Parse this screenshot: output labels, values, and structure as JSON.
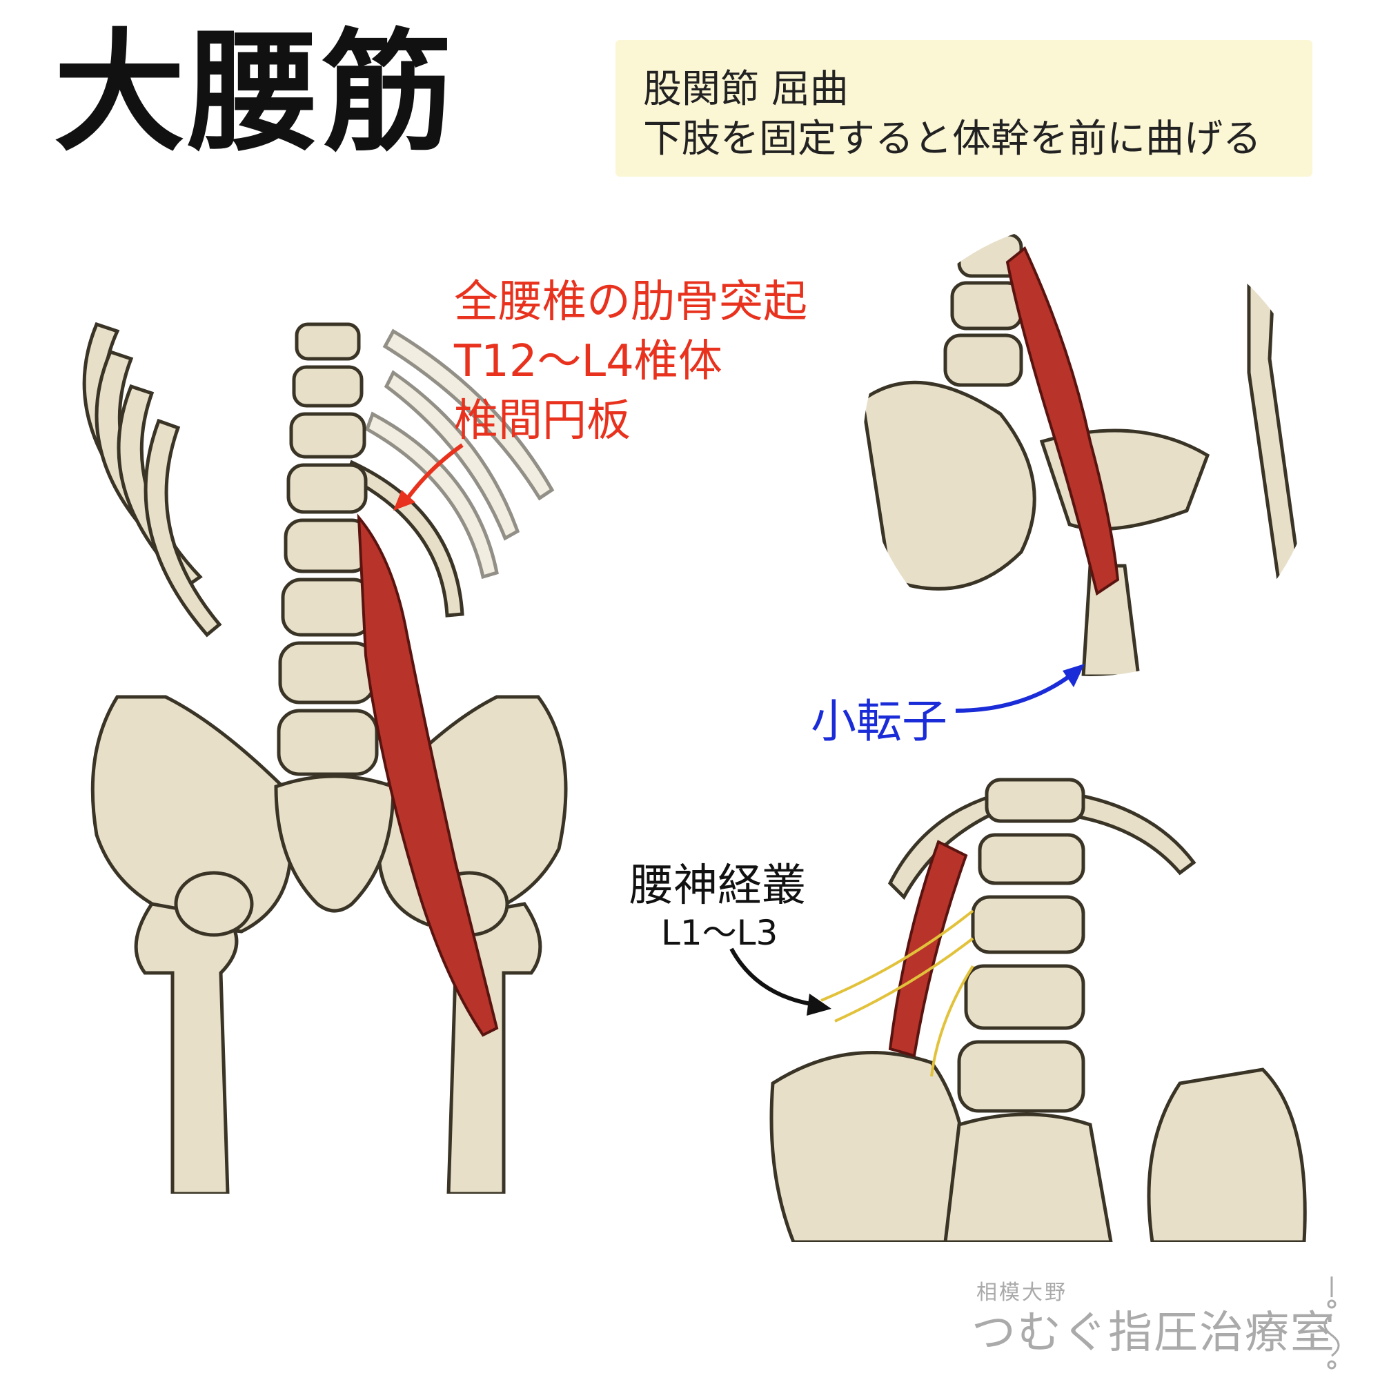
{
  "title": "大腰筋",
  "info": {
    "line1": "股関節 屈曲",
    "line2": "下肢を固定すると体幹を前に曲げる"
  },
  "origin_labels": [
    "全腰椎の肋骨突起",
    "T12〜L4椎体",
    "椎間円板"
  ],
  "insertion_label": "小転子",
  "nerve": {
    "name": "腰神経叢",
    "levels": "L1〜L3"
  },
  "watermark": {
    "subtitle": "相模大野",
    "name": "つむぐ指圧治療室"
  },
  "colors": {
    "origin_red": "#e8321e",
    "insertion_blue": "#1a2bd8",
    "info_bg": "#fbf6d4",
    "muscle": "#b8332a",
    "bone": "#e7dfc8"
  }
}
